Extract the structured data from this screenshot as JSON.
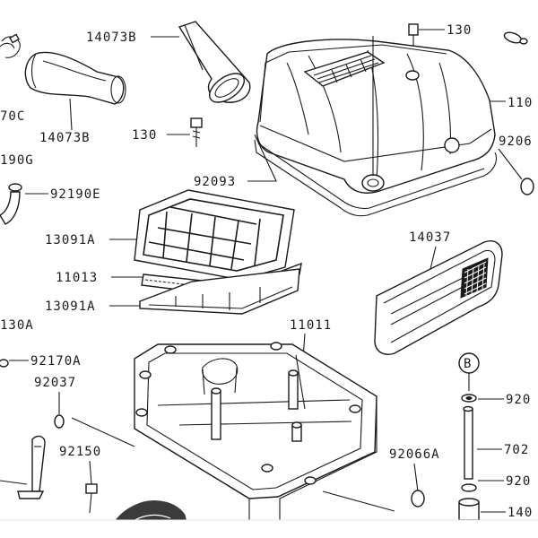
{
  "diagram": {
    "labels": {
      "p14073B_top": "14073B",
      "p130_top": "130",
      "p110_right": "110",
      "p70C": "70C",
      "p14073B_mid": "14073B",
      "p130_mid": "130",
      "p9206_right": "9206",
      "p190G": "190G",
      "p92093": "92093",
      "p92190E": "92190E",
      "p14037": "14037",
      "p13091A_top": "13091A",
      "p11013": "11013",
      "p13091A_bot": "13091A",
      "p130A": "130A",
      "p11011": "11011",
      "p92170A": "92170A",
      "pB": "B",
      "p92037": "92037",
      "p920_a": "920",
      "p92150": "92150",
      "p702": "702",
      "p92066A": "92066A",
      "p920_b": "920",
      "p140": "140"
    }
  }
}
